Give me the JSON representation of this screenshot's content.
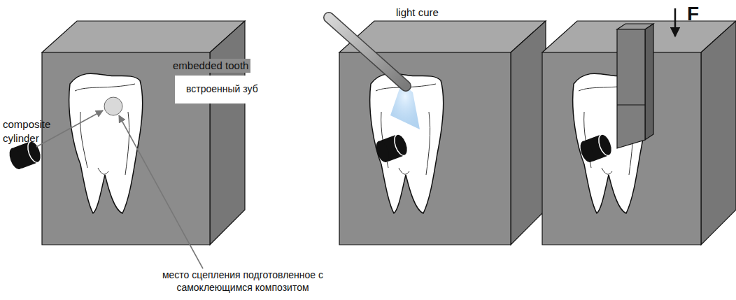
{
  "diagram": {
    "nodes": [
      {
        "text": [
          "встроенный зуб"
        ]
      }
    ],
    "labels": [
      "composite cylinder",
      "embedded tooth",
      "light cure",
      "F",
      "место сцепления подготовленное с самоклеющимся композитом"
    ]
  }
}
